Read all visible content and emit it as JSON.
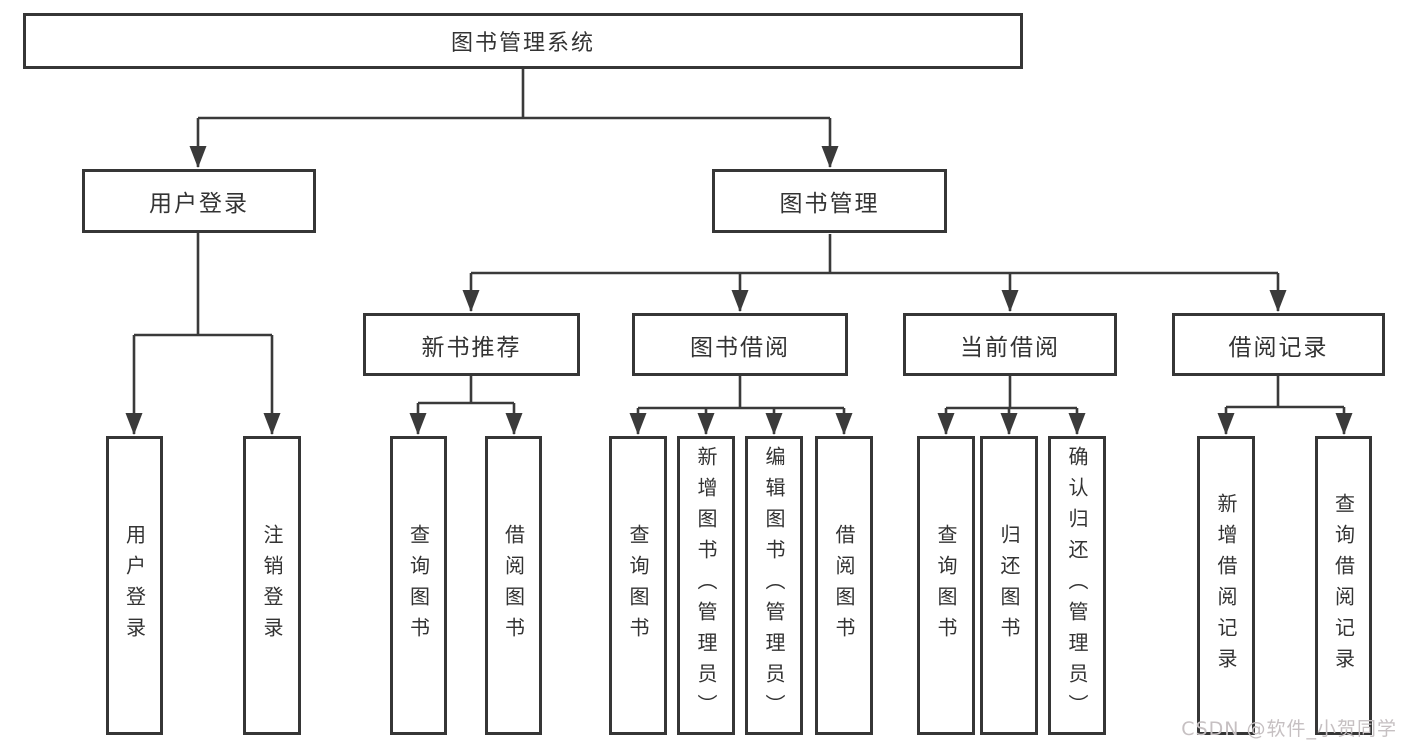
{
  "diagram": {
    "root": {
      "label": "图书管理系统"
    },
    "branches": [
      {
        "label": "用户登录",
        "children": [
          {
            "label": "用户登录"
          },
          {
            "label": "注销登录"
          }
        ]
      },
      {
        "label": "图书管理",
        "children": [
          {
            "label": "新书推荐",
            "children": [
              {
                "label": "查询图书"
              },
              {
                "label": "借阅图书"
              }
            ]
          },
          {
            "label": "图书借阅",
            "children": [
              {
                "label": "查询图书"
              },
              {
                "label": "新增图书（管理员）"
              },
              {
                "label": "编辑图书（管理员）"
              },
              {
                "label": "借阅图书"
              }
            ]
          },
          {
            "label": "当前借阅",
            "children": [
              {
                "label": "查询图书"
              },
              {
                "label": "归还图书"
              },
              {
                "label": "确认归还（管理员）"
              }
            ]
          },
          {
            "label": "借阅记录",
            "children": [
              {
                "label": "新增借阅记录"
              },
              {
                "label": "查询借阅记录"
              }
            ]
          }
        ]
      }
    ]
  },
  "colors": {
    "line": "#3a3a3a",
    "border": "#363636",
    "text": "#333333",
    "watermark": "#c6c0c2"
  },
  "watermark": {
    "text": "CSDN @软件_小贺同学"
  }
}
